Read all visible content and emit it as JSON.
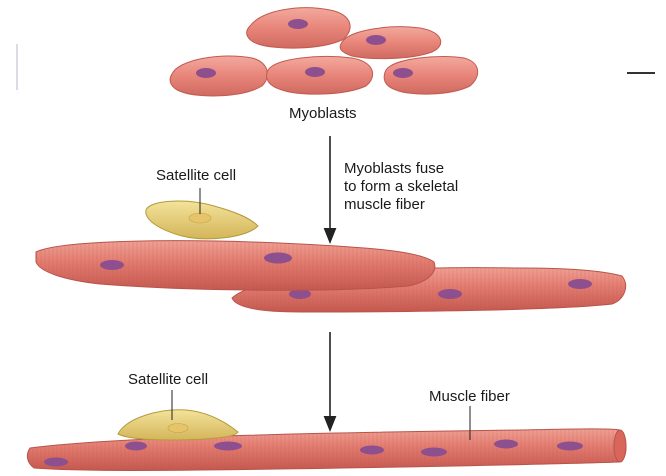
{
  "labels": {
    "myoblasts": "Myoblasts",
    "fuse_line1": "Myoblasts fuse",
    "fuse_line2": "to form a skeletal",
    "fuse_line3": "muscle fiber",
    "satellite_top": "Satellite cell",
    "satellite_bottom": "Satellite cell",
    "muscle_fiber": "Muscle fiber"
  },
  "colors": {
    "cell_fill": "#e8857a",
    "cell_dark": "#c85d54",
    "cell_light": "#f2aba0",
    "nucleus": "#8e4f8f",
    "satellite_fill": "#e6cf7a",
    "satellite_stroke": "#b49a3a",
    "arrow": "#222222"
  }
}
